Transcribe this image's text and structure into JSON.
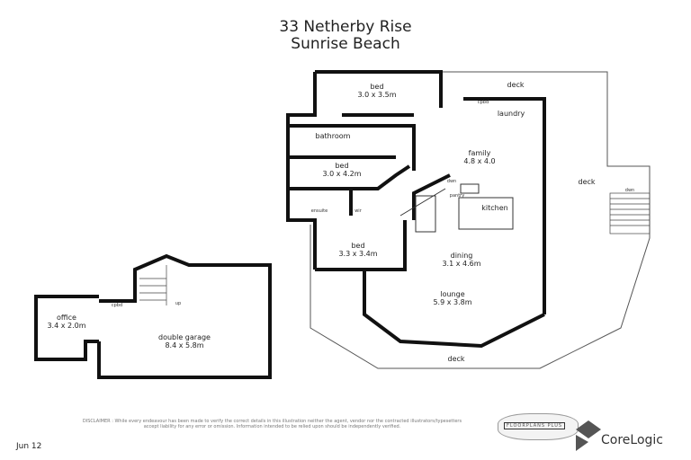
{
  "header": {
    "line1": "33 Netherby Rise",
    "line2": "Sunrise Beach"
  },
  "rooms": {
    "bed1": {
      "name": "bed",
      "size": "3.0 x 3.5m"
    },
    "bathroom": {
      "name": "bathroom"
    },
    "bed2": {
      "name": "bed",
      "size": "3.0 x 4.2m"
    },
    "ensuite": {
      "name": "ensuite"
    },
    "wir": {
      "name": "wir"
    },
    "bed3": {
      "name": "bed",
      "size": "3.3 x 3.4m"
    },
    "family": {
      "name": "family",
      "size": "4.8 x 4.0"
    },
    "laundry": {
      "name": "laundry"
    },
    "cpbd": {
      "name": "cpbd"
    },
    "kitchen": {
      "name": "kitchen"
    },
    "pantry": {
      "name": "pantry"
    },
    "dining": {
      "name": "dining",
      "size": "3.1 x 4.6m"
    },
    "lounge": {
      "name": "lounge",
      "size": "5.9 x 3.8m"
    },
    "deck_top": {
      "name": "deck"
    },
    "deck_right": {
      "name": "deck"
    },
    "deck_bottom": {
      "name": "deck"
    },
    "dwn_stairs": {
      "name": "dwn"
    },
    "dwn_right": {
      "name": "dwn"
    },
    "office": {
      "name": "office",
      "size": "3.4 x 2.0m"
    },
    "garage": {
      "name": "double garage",
      "size": "8.4 x 5.8m"
    },
    "garage_cpbd": {
      "name": "cpbd"
    },
    "garage_up": {
      "name": "up"
    }
  },
  "footer": {
    "disclaimer": "DISCLAIMER : While every endeavour has been made to verify the correct details in this illustration neither the agent, vendor nor the contracted illustrators/typesetters accept liability for any error or omission. Information intended to be relied upon should be independently verified.",
    "floorplans_logo": "FLOORPLANS PLUS",
    "brand": "CoreLogic",
    "date": "Jun 12"
  }
}
